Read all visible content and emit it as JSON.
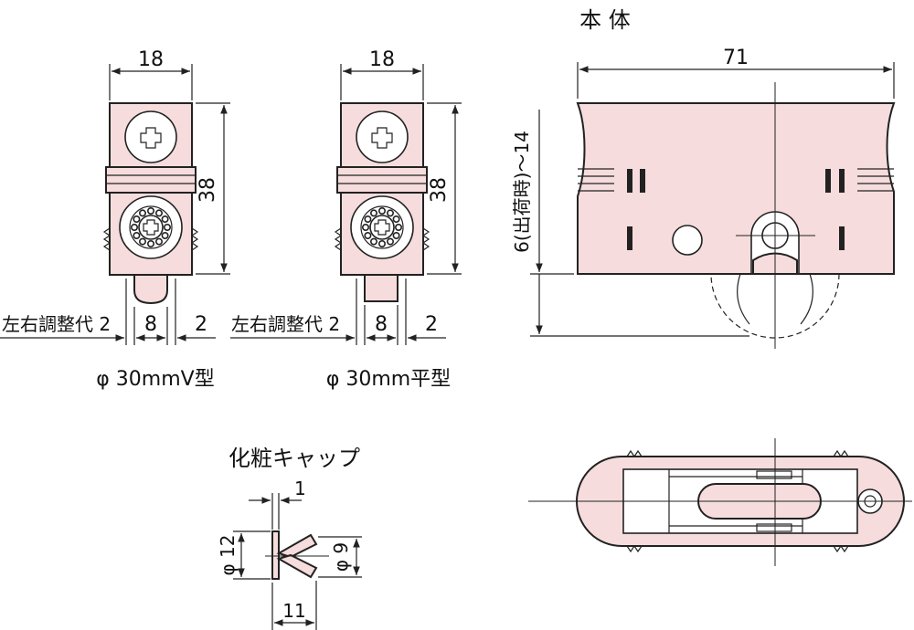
{
  "titles": {
    "body": "本 体",
    "cap": "化粧キャップ"
  },
  "front_views": [
    {
      "width": "18",
      "height": "38",
      "adjust_label": "左右調整代 2",
      "wheel_dim": "8",
      "side_dim": "2",
      "caption": "φ 30mmV型"
    },
    {
      "width": "18",
      "height": "38",
      "adjust_label": "左右調整代 2",
      "wheel_dim": "8",
      "side_dim": "2",
      "caption": "φ 30mm平型"
    }
  ],
  "body_view": {
    "length": "71",
    "projection": "6(出荷時)〜14"
  },
  "cap_view": {
    "thickness": "1",
    "head_dia": "φ 12",
    "shank_dia": "φ 9",
    "length": "11"
  }
}
